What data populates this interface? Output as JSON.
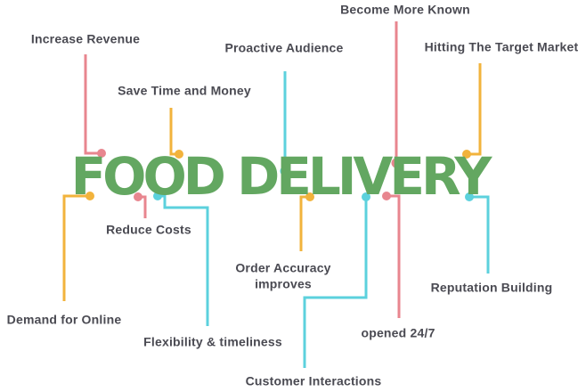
{
  "title": "FOOD DELIVERY",
  "palette": {
    "title_green": "#63A761",
    "pink": "#E8868F",
    "yellow": "#F2B33C",
    "teal": "#5CD1DD",
    "label_text": "#4A4A52",
    "background": "#FFFFFF"
  },
  "labels": {
    "increase_revenue": {
      "text": "Increase Revenue",
      "color": "pink"
    },
    "save_time_money": {
      "text": "Save Time and Money",
      "color": "yellow"
    },
    "proactive_audience": {
      "text": "Proactive Audience",
      "color": "teal"
    },
    "become_more_known": {
      "text": "Become More Known",
      "color": "pink"
    },
    "hitting_target_market": {
      "text": "Hitting The Target Market",
      "color": "yellow"
    },
    "reduce_costs": {
      "text": "Reduce Costs",
      "color": "pink"
    },
    "demand_for_online": {
      "text": "Demand for Online",
      "color": "yellow"
    },
    "flexibility_timeliness": {
      "text": "Flexibility & timeliness",
      "color": "teal"
    },
    "order_accuracy": {
      "text": "Order Accuracy improves",
      "color": "yellow"
    },
    "opened_247": {
      "text": "opened 24/7",
      "color": "pink"
    },
    "customer_interactions": {
      "text": "Customer Interactions",
      "color": "teal"
    },
    "reputation_building": {
      "text": "Reputation Building",
      "color": "teal"
    }
  }
}
